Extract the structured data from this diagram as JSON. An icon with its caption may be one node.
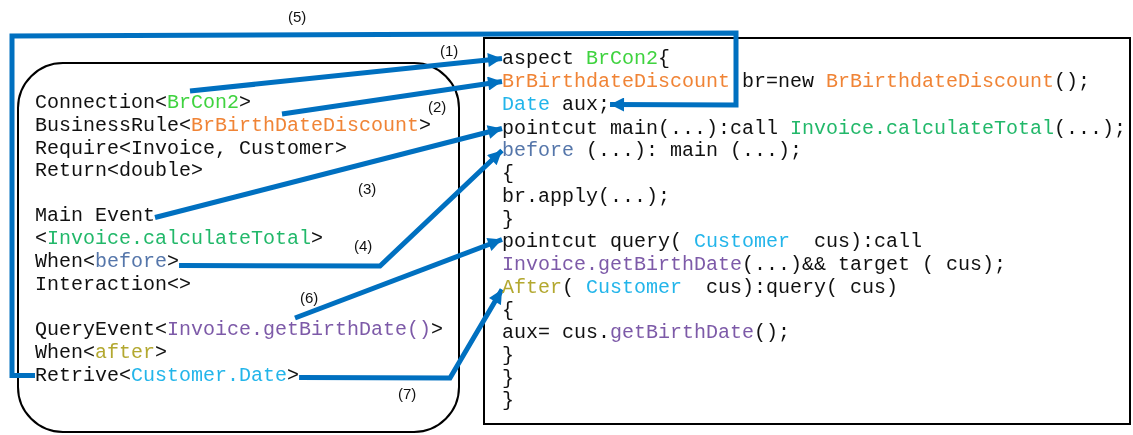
{
  "diagram": {
    "nodes": [
      {
        "text": [],
        "shape": "box"
      },
      {
        "text": [
          "Connection<",
          "BrCon2",
          ">"
        ],
        "in": 0
      },
      {
        "text": [
          "BusinessRule<",
          "BrBirthDateDiscount",
          ">"
        ],
        "in": 0
      },
      {
        "text": [
          "Require<Invoice, Customer>"
        ],
        "in": 0
      },
      {
        "text": [
          "Return<double>"
        ],
        "in": 0
      },
      {
        "text": [
          "Main Event"
        ],
        "in": 0
      },
      {
        "text": [
          "<",
          "Invoice.calculateTotal",
          ">"
        ],
        "in": 0
      },
      {
        "text": [
          "When<",
          "before",
          ">"
        ],
        "in": 0
      },
      {
        "text": [
          "Interaction<>"
        ],
        "in": 0
      },
      {
        "text": [
          "QueryEvent<",
          "Invoice.getBirthDate()",
          ">"
        ],
        "in": 0
      },
      {
        "text": [
          "When<",
          "after",
          ">"
        ],
        "in": 0
      },
      {
        "text": [
          "Retrive<",
          "Customer.Date",
          ">"
        ],
        "in": 0
      },
      {
        "text": [],
        "shape": "box"
      },
      {
        "text": [
          "aspect ",
          "BrCon2",
          "{"
        ],
        "in": 12
      },
      {
        "text": [
          "BrBirthdateDiscount",
          " br=new ",
          "BrBirthdateDiscount",
          "();"
        ],
        "in": 12
      },
      {
        "text": [
          "Date",
          " aux;"
        ],
        "in": 12
      },
      {
        "text": [
          "pointcut main(...):call ",
          "Invoice.calculateTotal",
          "(...);"
        ],
        "in": 12
      },
      {
        "text": [
          "before",
          " (...): main (...);"
        ],
        "in": 12
      },
      {
        "text": [
          "{"
        ],
        "in": 12
      },
      {
        "text": [
          "br.apply(...);"
        ],
        "in": 12
      },
      {
        "text": [
          "}"
        ],
        "in": 12
      },
      {
        "text": [
          "pointcut query( ",
          "Customer",
          "  cus):call"
        ],
        "in": 12
      },
      {
        "text": [
          "Invoice.getBirthDate",
          "(...)&& target ( cus);"
        ],
        "in": 12
      },
      {
        "text": [
          "After",
          "( ",
          "Customer",
          "  cus):query( cus)"
        ],
        "in": 12
      },
      {
        "text": [
          "{"
        ],
        "in": 12
      },
      {
        "text": [
          "aux= cus.",
          "getBirthDate",
          "();"
        ],
        "in": 12
      },
      {
        "text": [
          "}"
        ],
        "in": 12
      },
      {
        "text": [
          "}"
        ],
        "in": 12
      },
      {
        "text": [
          "}"
        ],
        "in": 12
      }
    ],
    "edges": [
      {
        "from": 1,
        "to": 13,
        "arrow": "to",
        "label": "(1)"
      },
      {
        "from": 2,
        "to": 14,
        "arrow": "to",
        "label": "(2)"
      },
      {
        "from": 5,
        "to": 16,
        "arrow": "to",
        "label": "(3)"
      },
      {
        "from": 7,
        "to": 17,
        "arrow": "to",
        "label": "(4)"
      },
      {
        "from": 11,
        "to": 15,
        "arrow": "to",
        "label": "(5)"
      },
      {
        "from": 9,
        "to": 21,
        "arrow": "to",
        "label": "(6)"
      },
      {
        "from": 11,
        "to": 23,
        "arrow": "to",
        "label": "(7)"
      }
    ]
  }
}
